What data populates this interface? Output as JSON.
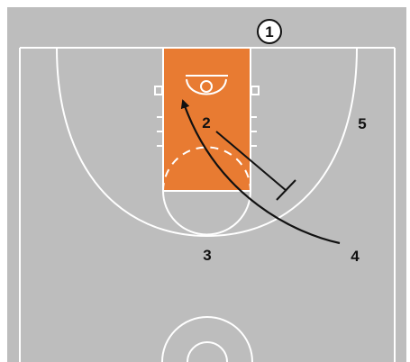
{
  "play": {
    "number": "1"
  },
  "players": {
    "p2": "2",
    "p3": "3",
    "p4": "4",
    "p5": "5"
  },
  "colors": {
    "court": "#bdbdbd",
    "paint": "#e87b32",
    "lines": "#ffffff",
    "ink": "#111111"
  }
}
